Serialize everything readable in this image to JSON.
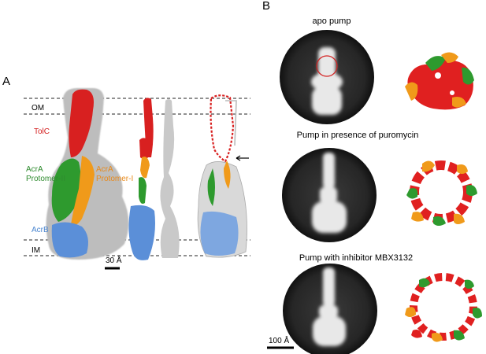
{
  "panels": {
    "a": {
      "letter": "A",
      "membrane_labels": {
        "outer": "OM",
        "inner": "IM"
      },
      "component_labels": {
        "tolc": "TolC",
        "acra_left_line1": "AcrA",
        "acra_left_line2": "Protomer-II",
        "acra_right_line1": "AcrA",
        "acra_right_line2": "Protomer-I",
        "acrb": "AcrB"
      },
      "scale_bar_label": "30 Å"
    },
    "b": {
      "letter": "B",
      "conditions": [
        "apo pump",
        "Pump in presence of puromycin",
        "Pump with  inhibitor MBX3132"
      ],
      "scale_bar_label": "100 Å"
    }
  },
  "colors": {
    "tolc": "#e02020",
    "acra_protomer_ii": "#2e9a2e",
    "acra_protomer_i": "#f09a1a",
    "acrb": "#5b8fd8",
    "map_gray": "#b8b8b8",
    "text_green": "#2e8b2e",
    "text_orange": "#e8891a",
    "text_blue": "#4a86d0",
    "text_red": "#d42020"
  }
}
